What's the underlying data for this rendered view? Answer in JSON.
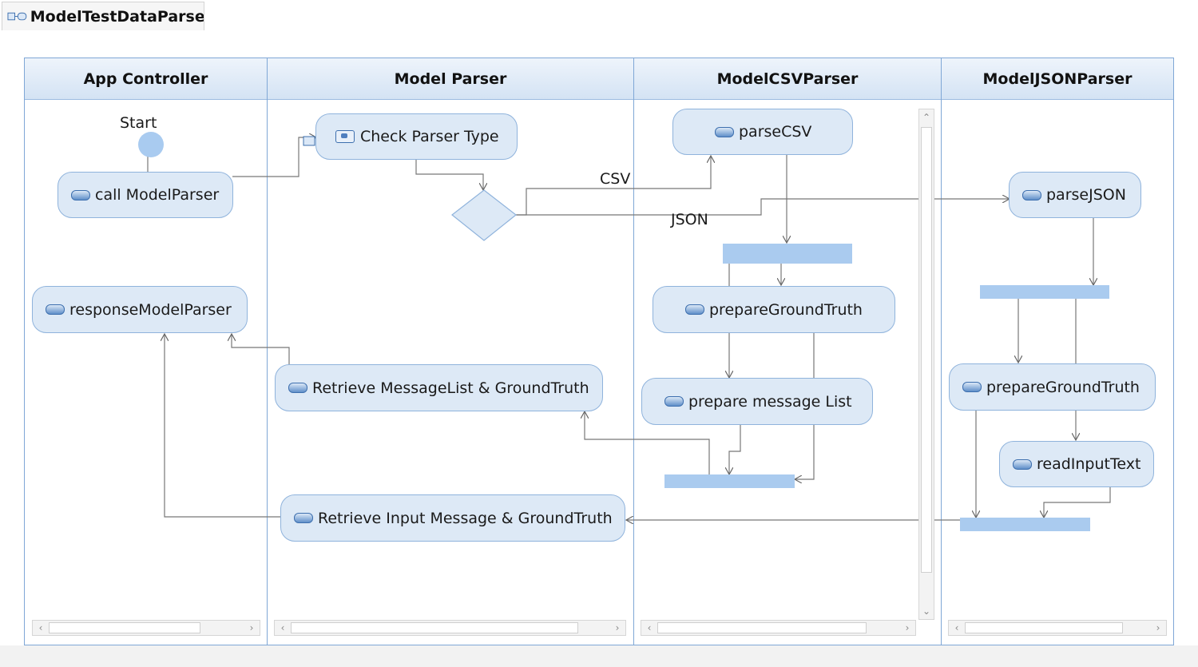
{
  "tab": {
    "title": "ModelTestDataParser"
  },
  "lanes": {
    "app_controller": "App Controller",
    "model_parser": "Model Parser",
    "csv_parser": "ModelCSVParser",
    "json_parser": "ModelJSONParser"
  },
  "nodes": {
    "start_label": "Start",
    "call_model_parser": "call ModelParser",
    "response_model_parser": "responseModelParser",
    "check_parser_type": "Check Parser Type",
    "retrieve_message_list": "Retrieve MessageList & GroundTruth",
    "retrieve_input_message": "Retrieve Input Message & GroundTruth",
    "parse_csv": "parseCSV",
    "prepare_ground_truth_csv": "prepareGroundTruth",
    "prepare_message_list": "prepare message List",
    "parse_json": "parseJSON",
    "prepare_ground_truth_json": "prepareGroundTruth",
    "read_input_text": "readInputText"
  },
  "edge_labels": {
    "csv": "CSV",
    "json": "JSON"
  },
  "icons": {
    "tab": "activity-diagram-icon",
    "action": "action-pill-icon",
    "call": "call-behavior-icon"
  },
  "colors": {
    "node_fill": "#dde9f6",
    "node_border": "#8fb3dc",
    "bar": "#aacbef",
    "edge": "#666666",
    "lane_border": "#7fa7d6"
  }
}
